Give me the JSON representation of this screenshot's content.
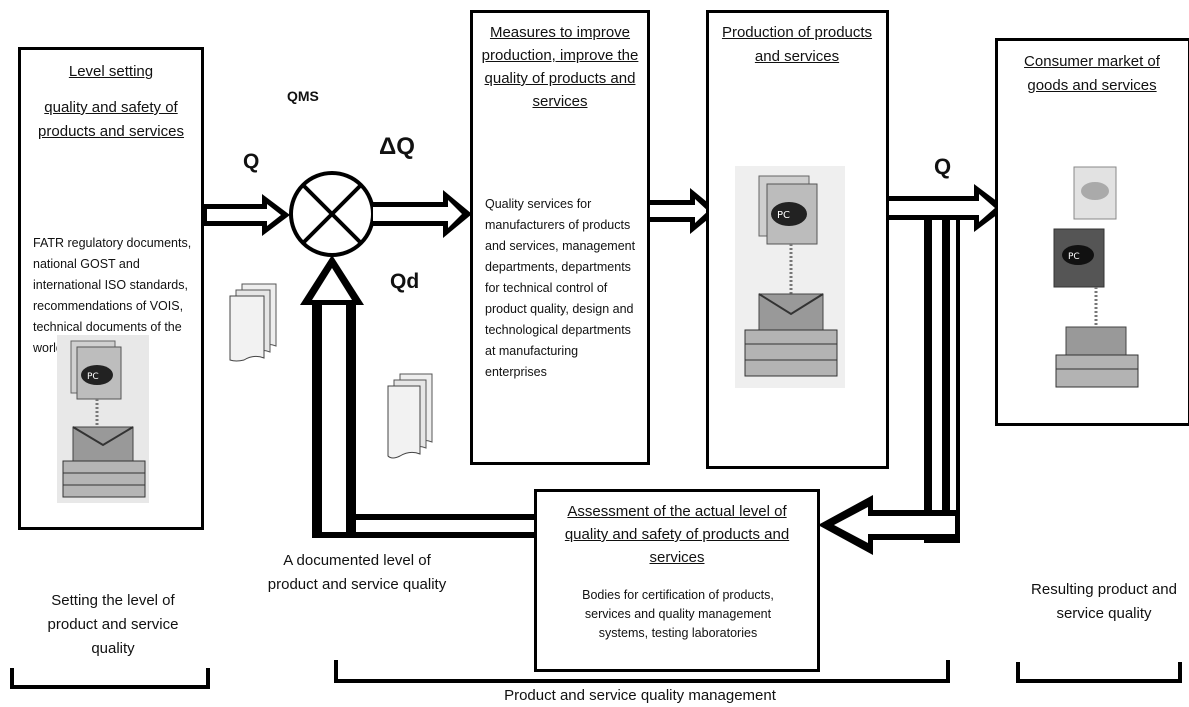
{
  "boxes": {
    "level_setting": {
      "title_line1": "Level setting",
      "title_rest": "quality and safety of products and services",
      "body": "FATR regulatory documents, national GOST and international ISO standards, recommendations of VOIS, technical documents of the world, rules, etc."
    },
    "measures": {
      "title": "Measures to improve production, improve the quality of products and services",
      "body": "Quality services for manufacturers of products and services, management departments, departments for technical control of product quality, design and technological departments at manufacturing enterprises"
    },
    "production": {
      "title": "Production of products and services"
    },
    "consumer": {
      "title": "Consumer market of goods and services"
    },
    "assessment": {
      "title": "Assessment of the actual level of quality and safety of products and services",
      "body": "Bodies for certification of products, services and quality management systems, testing laboratories"
    }
  },
  "symbols": {
    "qms": "QMS",
    "q_in": "Q",
    "delta_q": "ΔQ",
    "qd": "Qd",
    "q_out": "Q"
  },
  "captions": {
    "documented": "A documented level of product and service quality",
    "setting": "Setting the level of product and service quality",
    "resulting": "Resulting product and service quality",
    "management": "Product and service quality management"
  },
  "icons": {
    "cert_badge": "PCT",
    "doc_icon": "document-stack-icon",
    "cert_icon": "certificate-package-icon"
  }
}
